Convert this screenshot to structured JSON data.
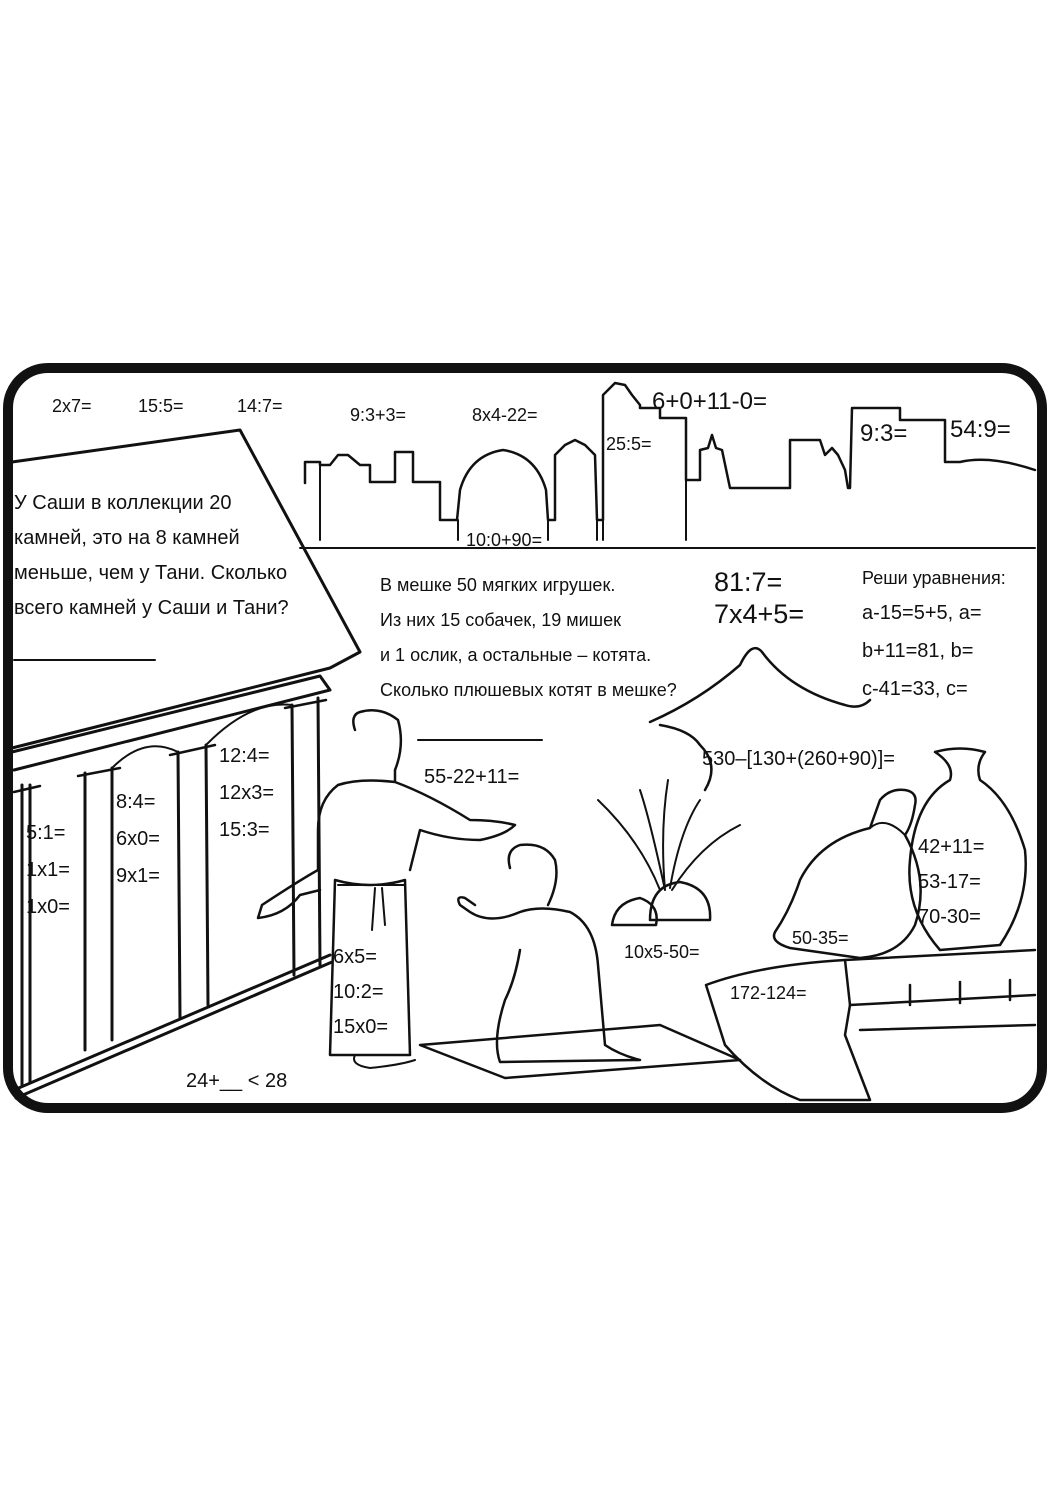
{
  "top_examples": [
    "2x7=",
    "15:5=",
    "14:7=",
    "9:3+3=",
    "8x4-22=",
    "25:5=",
    "6+0+11-0=",
    "9:3=",
    "54:9=",
    "10:0+90="
  ],
  "problem_left": {
    "lines": [
      "У Саши в коллекции 20",
      "камней, это на 8 камней",
      "меньше, чем у Тани. Сколько",
      "всего камней у Саши и Тани?"
    ]
  },
  "problem_middle": {
    "lines": [
      "В мешке 50 мягких игрушек.",
      "Из них 15 собачек, 19 мишек",
      "и 1 ослик, а остальные – котята.",
      "Сколько плюшевых котят в мешке?"
    ]
  },
  "big_examples": [
    "81:7=",
    "7x4+5="
  ],
  "equations": {
    "title": "Реши уравнения:",
    "items": [
      "a-15=5+5, a=",
      "b+11=81, b=",
      "c-41=33, c="
    ]
  },
  "columns": {
    "col1": [
      "5:1=",
      "1x1=",
      "1x0="
    ],
    "col2": [
      "8:4=",
      "6x0=",
      "9x1="
    ],
    "col3": [
      "12:4=",
      "12x3=",
      "15:3="
    ]
  },
  "robe_examples": [
    "6x5=",
    "10:2=",
    "15x0="
  ],
  "bag_examples": [
    "42+11=",
    "53-17=",
    "70-30="
  ],
  "misc": {
    "bracket": "530–[130+(260+90)]=",
    "speech": "55-22+11=",
    "rock": "10x5-50=",
    "bag_small": "50-35=",
    "step": "172-124=",
    "inequality": "24+__ < 28"
  },
  "colors": {
    "ink": "#111111",
    "paper": "#ffffff"
  }
}
